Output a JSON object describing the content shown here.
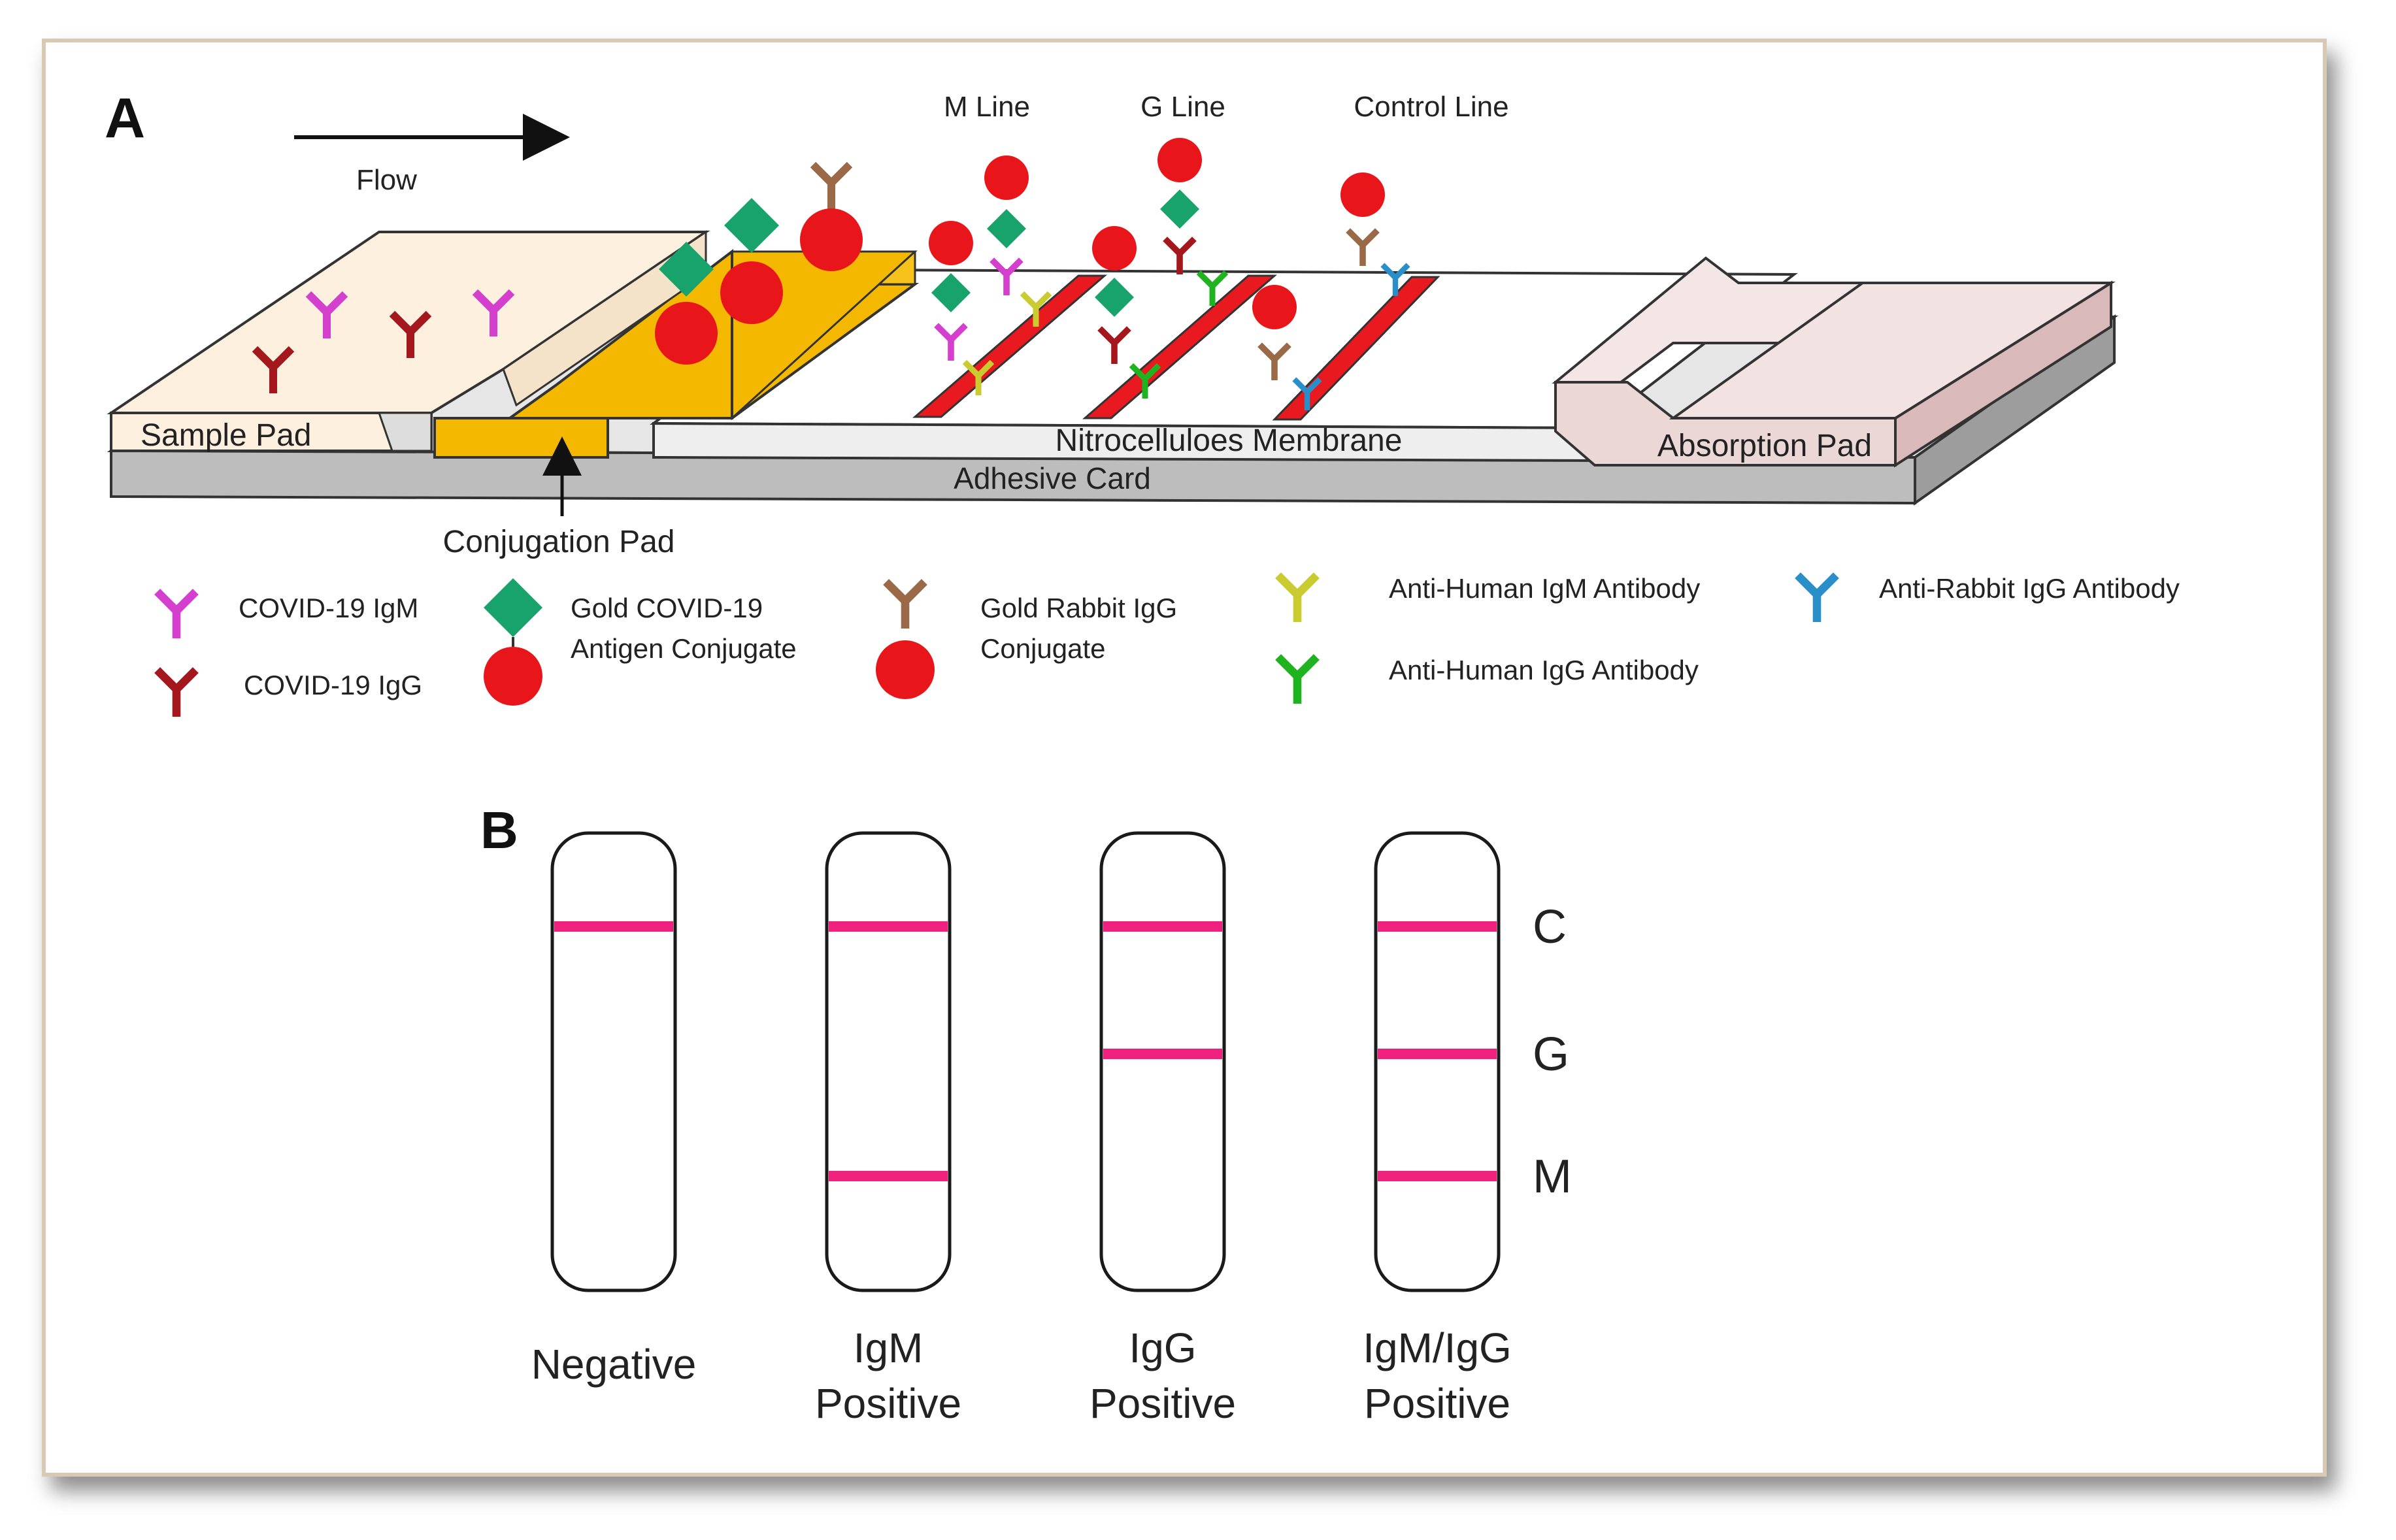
{
  "panel_a": {
    "label": "A",
    "flow_label": "Flow",
    "line_labels": {
      "m_line": "M Line",
      "g_line": "G Line",
      "control_line": "Control Line"
    },
    "components": {
      "sample_pad": "Sample Pad",
      "conjugation_pad": "Conjugation Pad",
      "membrane": "Nitrocelluloes Membrane",
      "absorption_pad": "Absorption Pad",
      "adhesive_card": "Adhesive Card"
    }
  },
  "legend": [
    {
      "id": "covid-igm",
      "lines": [
        "COVID-19 IgM"
      ],
      "color": "#d43fce",
      "icon": "antibody-icon"
    },
    {
      "id": "covid-igg",
      "lines": [
        "COVID-19 IgG"
      ],
      "color": "#a3171d",
      "icon": "antibody-icon"
    },
    {
      "id": "gold-antigen",
      "lines": [
        "Gold COVID-19",
        "Antigen Conjugate"
      ],
      "color": "#17a36b",
      "icon": "antigen-gold-icon"
    },
    {
      "id": "gold-rabbit",
      "lines": [
        "Gold Rabbit IgG",
        "Conjugate"
      ],
      "color": "#9a6a48",
      "icon": "rabbit-gold-icon"
    },
    {
      "id": "anti-human-igm",
      "lines": [
        "Anti-Human IgM Antibody"
      ],
      "color": "#c9cb2e",
      "icon": "antibody-icon"
    },
    {
      "id": "anti-human-igg",
      "lines": [
        "Anti-Human IgG Antibody"
      ],
      "color": "#1fb31f",
      "icon": "antibody-icon"
    },
    {
      "id": "anti-rabbit-igg",
      "lines": [
        "Anti-Rabbit IgG Antibody"
      ],
      "color": "#2a8fc9",
      "icon": "antibody-icon"
    }
  ],
  "panel_b": {
    "label": "B",
    "line_labels": [
      "C",
      "G",
      "M"
    ],
    "strips": [
      {
        "lines": [
          "Negative"
        ],
        "bands": {
          "C": true,
          "G": false,
          "M": false
        }
      },
      {
        "lines": [
          "IgM",
          "Positive"
        ],
        "bands": {
          "C": true,
          "G": false,
          "M": true
        }
      },
      {
        "lines": [
          "IgG",
          "Positive"
        ],
        "bands": {
          "C": true,
          "G": true,
          "M": false
        }
      },
      {
        "lines": [
          "IgM/IgG",
          "Positive"
        ],
        "bands": {
          "C": true,
          "G": true,
          "M": true
        }
      }
    ]
  },
  "colors": {
    "band": "#f0207e",
    "test_line": "#e8191f",
    "gold": "#e8161b",
    "conjugation_pad": "#f5b800",
    "sample_pad": "#fdf0de",
    "absorption_pad": "#ecd7d7",
    "adhesive_card": "#bdbdbd"
  }
}
